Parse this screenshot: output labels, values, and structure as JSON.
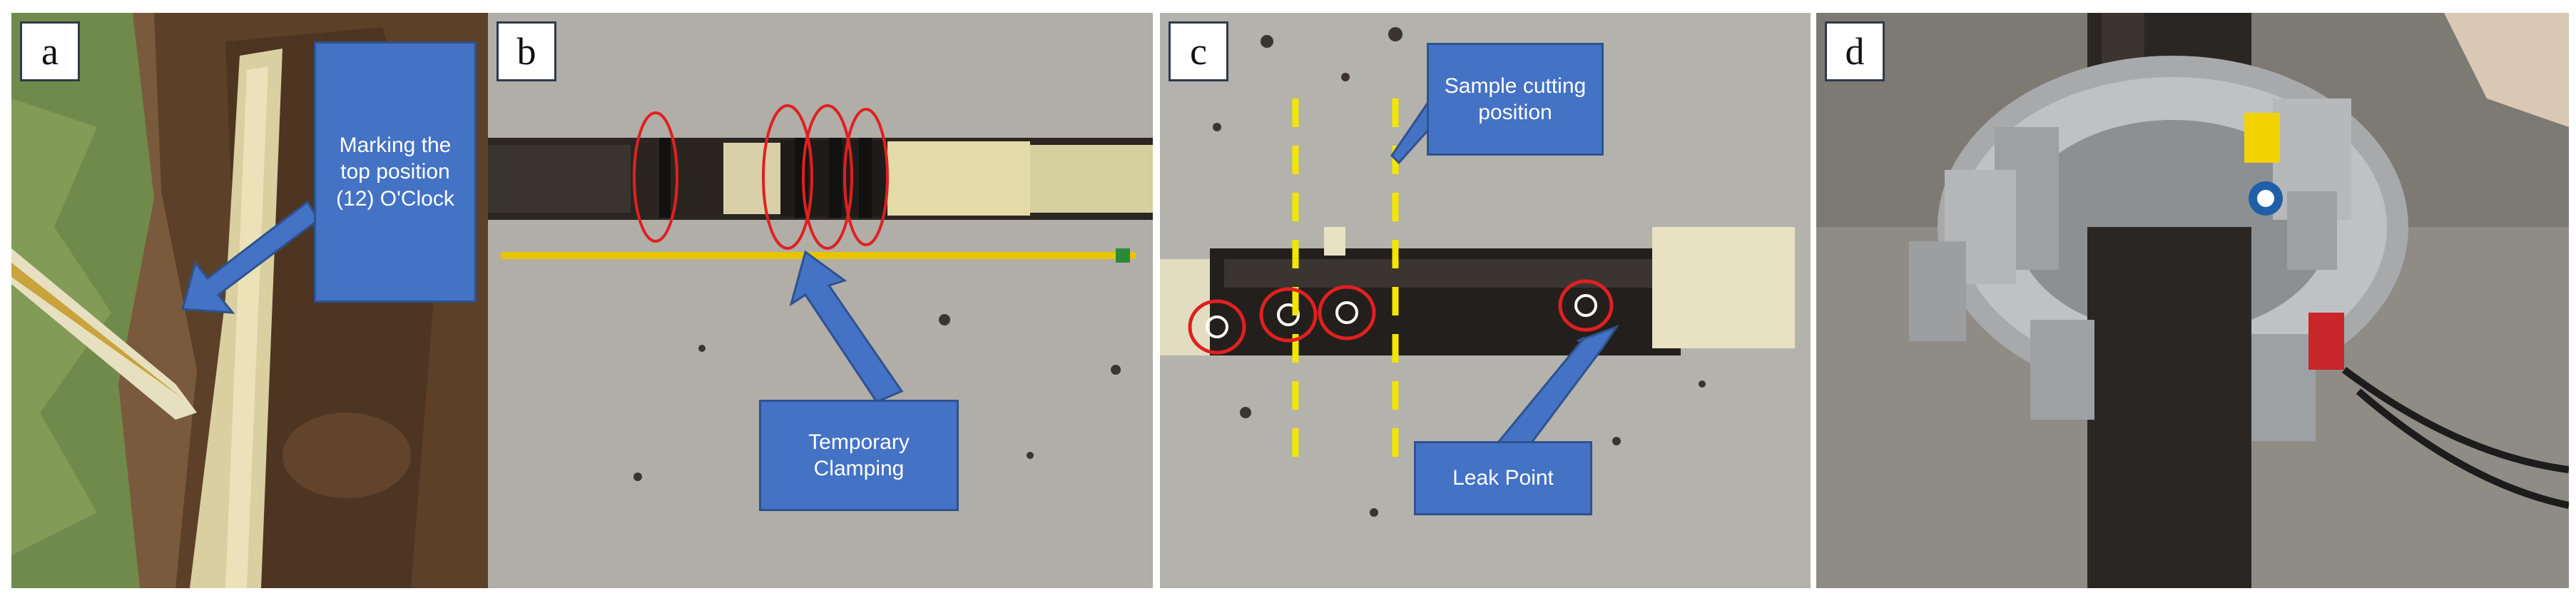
{
  "panels": [
    {
      "letter": "a",
      "callouts": [
        "Marking the top position (12) O'Clock"
      ]
    },
    {
      "letter": "b",
      "callouts": [
        "Temporary Clamping"
      ]
    },
    {
      "letter": "c",
      "callouts": [
        "Sample cutting position",
        "Leak Point"
      ]
    },
    {
      "letter": "d",
      "callouts": []
    }
  ],
  "colors": {
    "callout_fill": "#4472c4",
    "callout_border": "#2f528f",
    "marker_ellipse": "#e02020",
    "cut_line": "#f2e600"
  }
}
